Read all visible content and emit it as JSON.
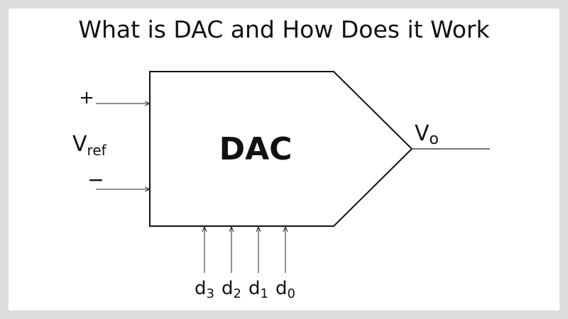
{
  "title": "What is DAC and How Does it Work",
  "diagram": {
    "block_label": "DAC",
    "plus": "+",
    "minus": "−",
    "vref_main": "V",
    "vref_sub": "ref",
    "vo_main": "V",
    "vo_sub": "o",
    "inputs": [
      {
        "main": "d",
        "sub": "3"
      },
      {
        "main": "d",
        "sub": "2"
      },
      {
        "main": "d",
        "sub": "1"
      },
      {
        "main": "d",
        "sub": "0"
      }
    ]
  }
}
